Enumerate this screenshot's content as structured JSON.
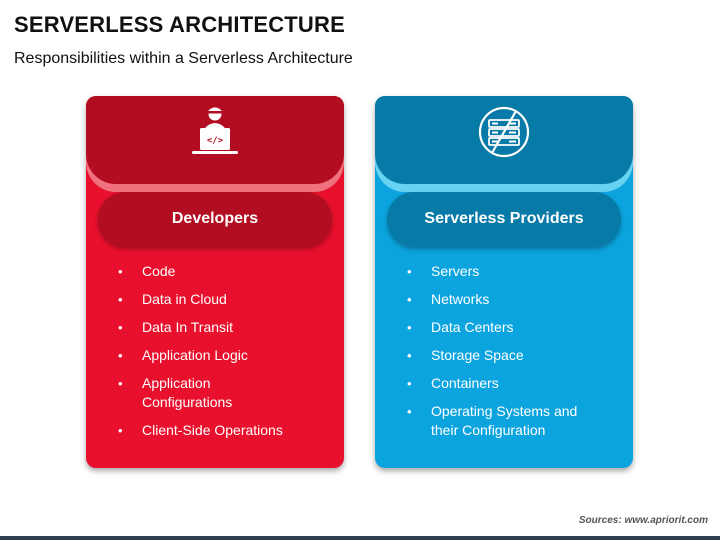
{
  "header": {
    "title": "SERVERLESS ARCHITECTURE",
    "subtitle": "Responsibilities within a Serverless Architecture"
  },
  "cards": [
    {
      "heading": "Developers",
      "icon": "developer-laptop-icon",
      "color": "#e8102c",
      "dark_color": "#b30d22",
      "items": [
        "Code",
        "Data in Cloud",
        "Data In Transit",
        "Application Logic",
        "Application Configurations",
        "Client-Side Operations"
      ]
    },
    {
      "heading": "Serverless Providers",
      "icon": "server-rack-icon",
      "color": "#0ba4df",
      "dark_color": "#077aa7",
      "items": [
        "Servers",
        "Networks",
        "Data Centers",
        "Storage Space",
        "Containers",
        "Operating Systems and their Configuration"
      ]
    }
  ],
  "footer": {
    "source": "Sources: www.apriorit.com"
  }
}
